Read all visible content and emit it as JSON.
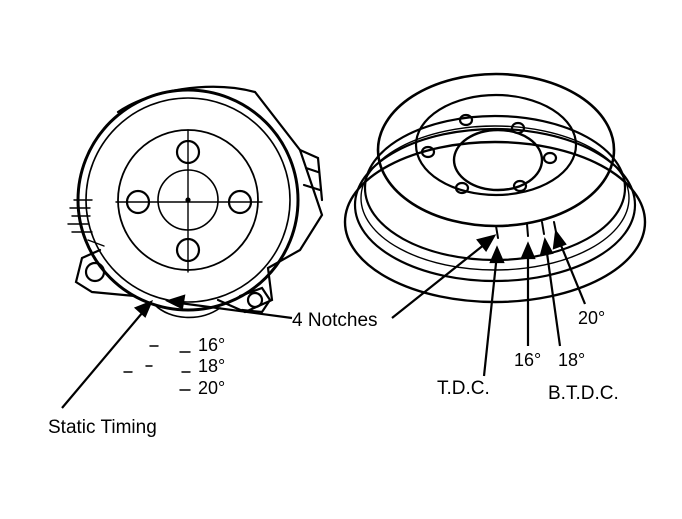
{
  "labels": {
    "notches": "4 Notches",
    "static_timing": "Static Timing",
    "tdc": "T.D.C.",
    "btdc": "B.T.D.C.",
    "left_16": "16°",
    "left_18": "18°",
    "left_20": "20°",
    "right_16": "16°",
    "right_18": "18°",
    "right_20": "20°"
  },
  "colors": {
    "ink": "#000000",
    "paper": "#ffffff"
  }
}
